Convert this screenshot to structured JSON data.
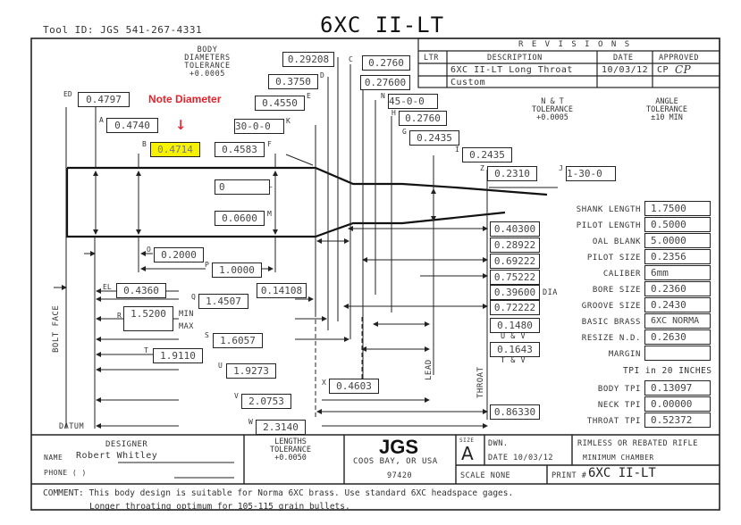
{
  "header": {
    "tool_id": "Tool ID:  JGS 541-267-4331",
    "title": "6XC II-LT"
  },
  "revisions": {
    "title": "R E V I S I O N S",
    "columns": [
      "LTR",
      "DESCRIPTION",
      "DATE",
      "APPROVED"
    ],
    "rows": [
      {
        "ltr": "",
        "description": "6XC II-LT Long Throat",
        "date": "10/03/12",
        "approved": "CP"
      },
      {
        "ltr": "",
        "description": "Custom",
        "date": "",
        "approved": ""
      }
    ]
  },
  "notes": {
    "body_tolerance": [
      "BODY",
      "DIAMETERS",
      "TOLERANCE",
      "+0.0005"
    ],
    "nt_tolerance": [
      "N & T",
      "TOLERANCE",
      "+0.0005"
    ],
    "angle_tolerance": [
      "ANGLE",
      "TOLERANCE",
      "±10 MIN"
    ],
    "note_diameter": "Note Diameter",
    "note_arrow": "↓",
    "note_color": "#e8202a",
    "highlight_color": "#f6f200"
  },
  "dimensions": {
    "ED": "0.4797",
    "A": "0.4740",
    "B": "0.4714",
    "F": "0.4583",
    "E": "0.4550",
    "K": "30-0-0",
    "D": "0.3750",
    "upper": "0.29208",
    "C": "0.2760",
    "C2": "0.27600",
    "N": "45-0-0",
    "H": "0.2760",
    "G": "0.2435",
    "I": "0.2435",
    "Z": "0.2310",
    "J": "1-30-0",
    "L": "0",
    "M": "0.0600",
    "O": "0.2000",
    "P": "1.0000",
    "EL": "0.4360",
    "Q": "1.4507",
    "Qb": "0.14108",
    "R": "1.5200",
    "R_min": "MIN",
    "R_max": "MAX",
    "S": "1.6057",
    "T": "1.9110",
    "U": "1.9273",
    "X": "0.4603",
    "V": "2.0753",
    "W": "2.3140"
  },
  "right_dims": [
    {
      "value": "0.40300",
      "note": ""
    },
    {
      "value": "0.28922",
      "note": ""
    },
    {
      "value": "0.69222",
      "note": ""
    },
    {
      "value": "0.75222",
      "note": ""
    },
    {
      "value": "0.39600",
      "note": "DIA"
    },
    {
      "value": "0.72222",
      "note": ""
    },
    {
      "value": "0.1480",
      "note": "U & V"
    },
    {
      "value": "0.1643",
      "note": "T & V"
    },
    {
      "value": "0.86330",
      "note": ""
    }
  ],
  "axis_labels": {
    "bolt_face": "BOLT FACE",
    "datum": "DATUM",
    "lead": "LEAD",
    "throat": "THROAT"
  },
  "specs": [
    {
      "label": "SHANK LENGTH",
      "value": "1.7500"
    },
    {
      "label": "PILOT LENGTH",
      "value": "0.5000"
    },
    {
      "label": "OAL BLANK",
      "value": "5.0000"
    },
    {
      "label": "PILOT SIZE",
      "value": "0.2356"
    },
    {
      "label": "CALIBER",
      "value": "6mm"
    },
    {
      "label": "BORE SIZE",
      "value": "0.2360"
    },
    {
      "label": "GROOVE SIZE",
      "value": "0.2430"
    },
    {
      "label": "BASIC BRASS",
      "value": "6XC NORMA"
    },
    {
      "label": "RESIZE N.D.",
      "value": "0.2630"
    },
    {
      "label": "MARGIN",
      "value": ""
    }
  ],
  "tpi": {
    "title": "TPI in 20 INCHES",
    "rows": [
      {
        "label": "BODY TPI",
        "value": "0.13097"
      },
      {
        "label": "NECK TPI",
        "value": "0.00000"
      },
      {
        "label": "THROAT TPI",
        "value": "0.52372"
      }
    ]
  },
  "title_block": {
    "designer_heading": "DESIGNER",
    "name_label": "NAME",
    "name_value": "Robert Whitley",
    "phone_label": "PHONE (     )",
    "lengths_tolerance": [
      "LENGTHS",
      "TOLERANCE",
      "+0.0050"
    ],
    "company": "JGS",
    "city": "COOS BAY, OR USA",
    "zip": "97420",
    "size_label": "SIZE",
    "size_value": "A",
    "dwn_label": "DWN.",
    "date_label": "DATE 10/03/12",
    "type_line1": "RIMLESS OR REBATED RIFLE",
    "type_line2": "MINIMUM CHAMBER",
    "scale_label": "SCALE  NONE",
    "print_label": "PRINT #",
    "print_value": "6XC II-LT"
  },
  "comment": {
    "line1": "COMMENT:  This body design is suitable for Norma 6XC brass. Use standard 6XC headspace gages.",
    "line2": "Longer throating optimum for 105-115 grain bullets."
  }
}
